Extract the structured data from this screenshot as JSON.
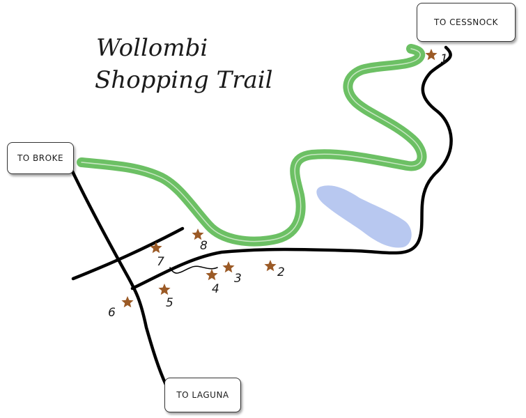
{
  "title": {
    "line1": "Wollombi",
    "line2": "Shopping Trail"
  },
  "signs": {
    "cessnock": "TO CESSNOCK",
    "broke": "TO BROKE",
    "laguna": "TO LAGUNA"
  },
  "markers": [
    {
      "label": "1"
    },
    {
      "label": "2"
    },
    {
      "label": "3"
    },
    {
      "label": "4"
    },
    {
      "label": "5"
    },
    {
      "label": "6"
    },
    {
      "label": "7"
    },
    {
      "label": "8"
    }
  ],
  "colors": {
    "river": "#6cc064",
    "river_center": "#c9e7c4",
    "lake": "#b8c8f0",
    "road": "#000000",
    "marker": "#9b5a26"
  }
}
